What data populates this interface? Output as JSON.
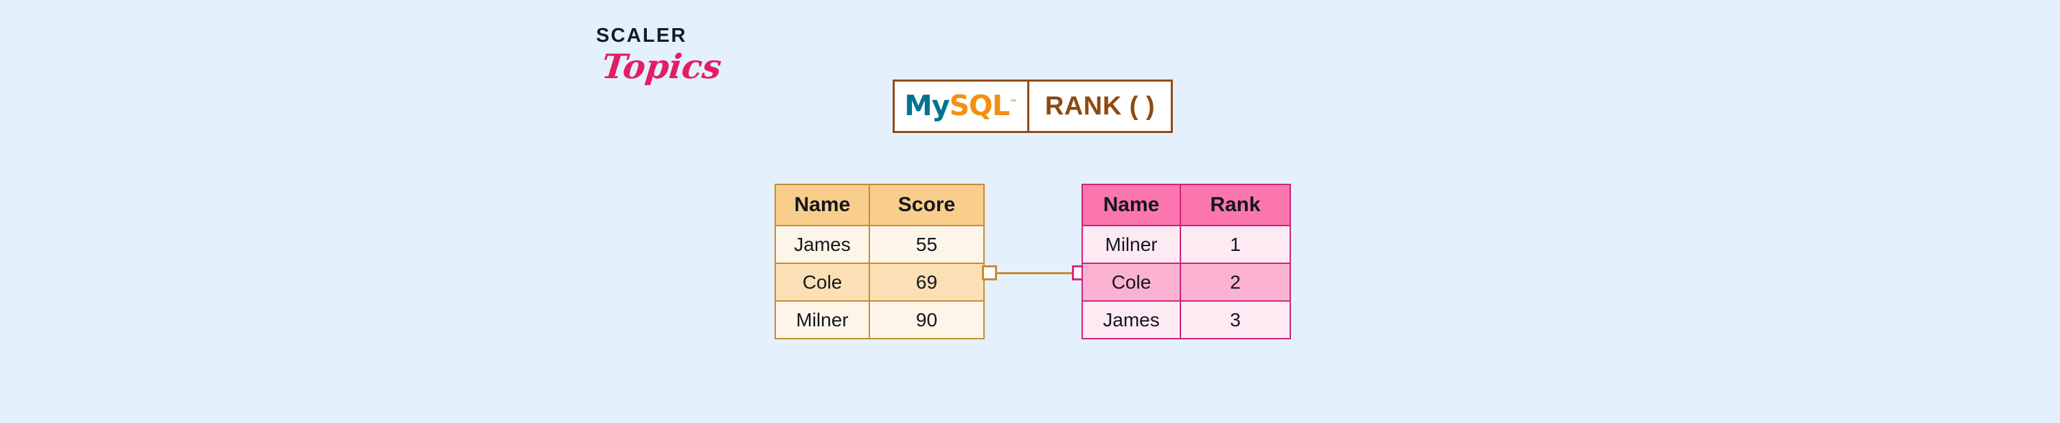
{
  "background_color": "#e4f1fd",
  "brand": {
    "name_primary": "SCALER",
    "name_secondary": "Topics",
    "primary_color": "#161b2e",
    "secondary_color": "#e31e63"
  },
  "title_box": {
    "mysql_prefix": "My",
    "mysql_suffix": "SQL",
    "trademark": "™",
    "function_label": "RANK ( )",
    "border_color": "#8d4a12",
    "mysql_prefix_color": "#00758f",
    "mysql_suffix_color": "#f29111",
    "function_label_color": "#8d4a12"
  },
  "source_table": {
    "accent_color": "#c78a33",
    "header_color": "#f9ce8c",
    "columns": [
      "Name",
      "Score"
    ],
    "rows": [
      {
        "name": "James",
        "value": "55"
      },
      {
        "name": "Cole",
        "value": "69"
      },
      {
        "name": "Milner",
        "value": "90"
      }
    ]
  },
  "result_table": {
    "accent_color": "#cb2378",
    "header_color": "#fb76af",
    "columns": [
      "Name",
      "Rank"
    ],
    "rows": [
      {
        "name": "Milner",
        "value": "1"
      },
      {
        "name": "Cole",
        "value": "2"
      },
      {
        "name": "James",
        "value": "3"
      }
    ]
  },
  "connector": {
    "line_color": "#c78a33",
    "left_node_color": "#c78a33",
    "right_node_color": "#e4257f"
  }
}
